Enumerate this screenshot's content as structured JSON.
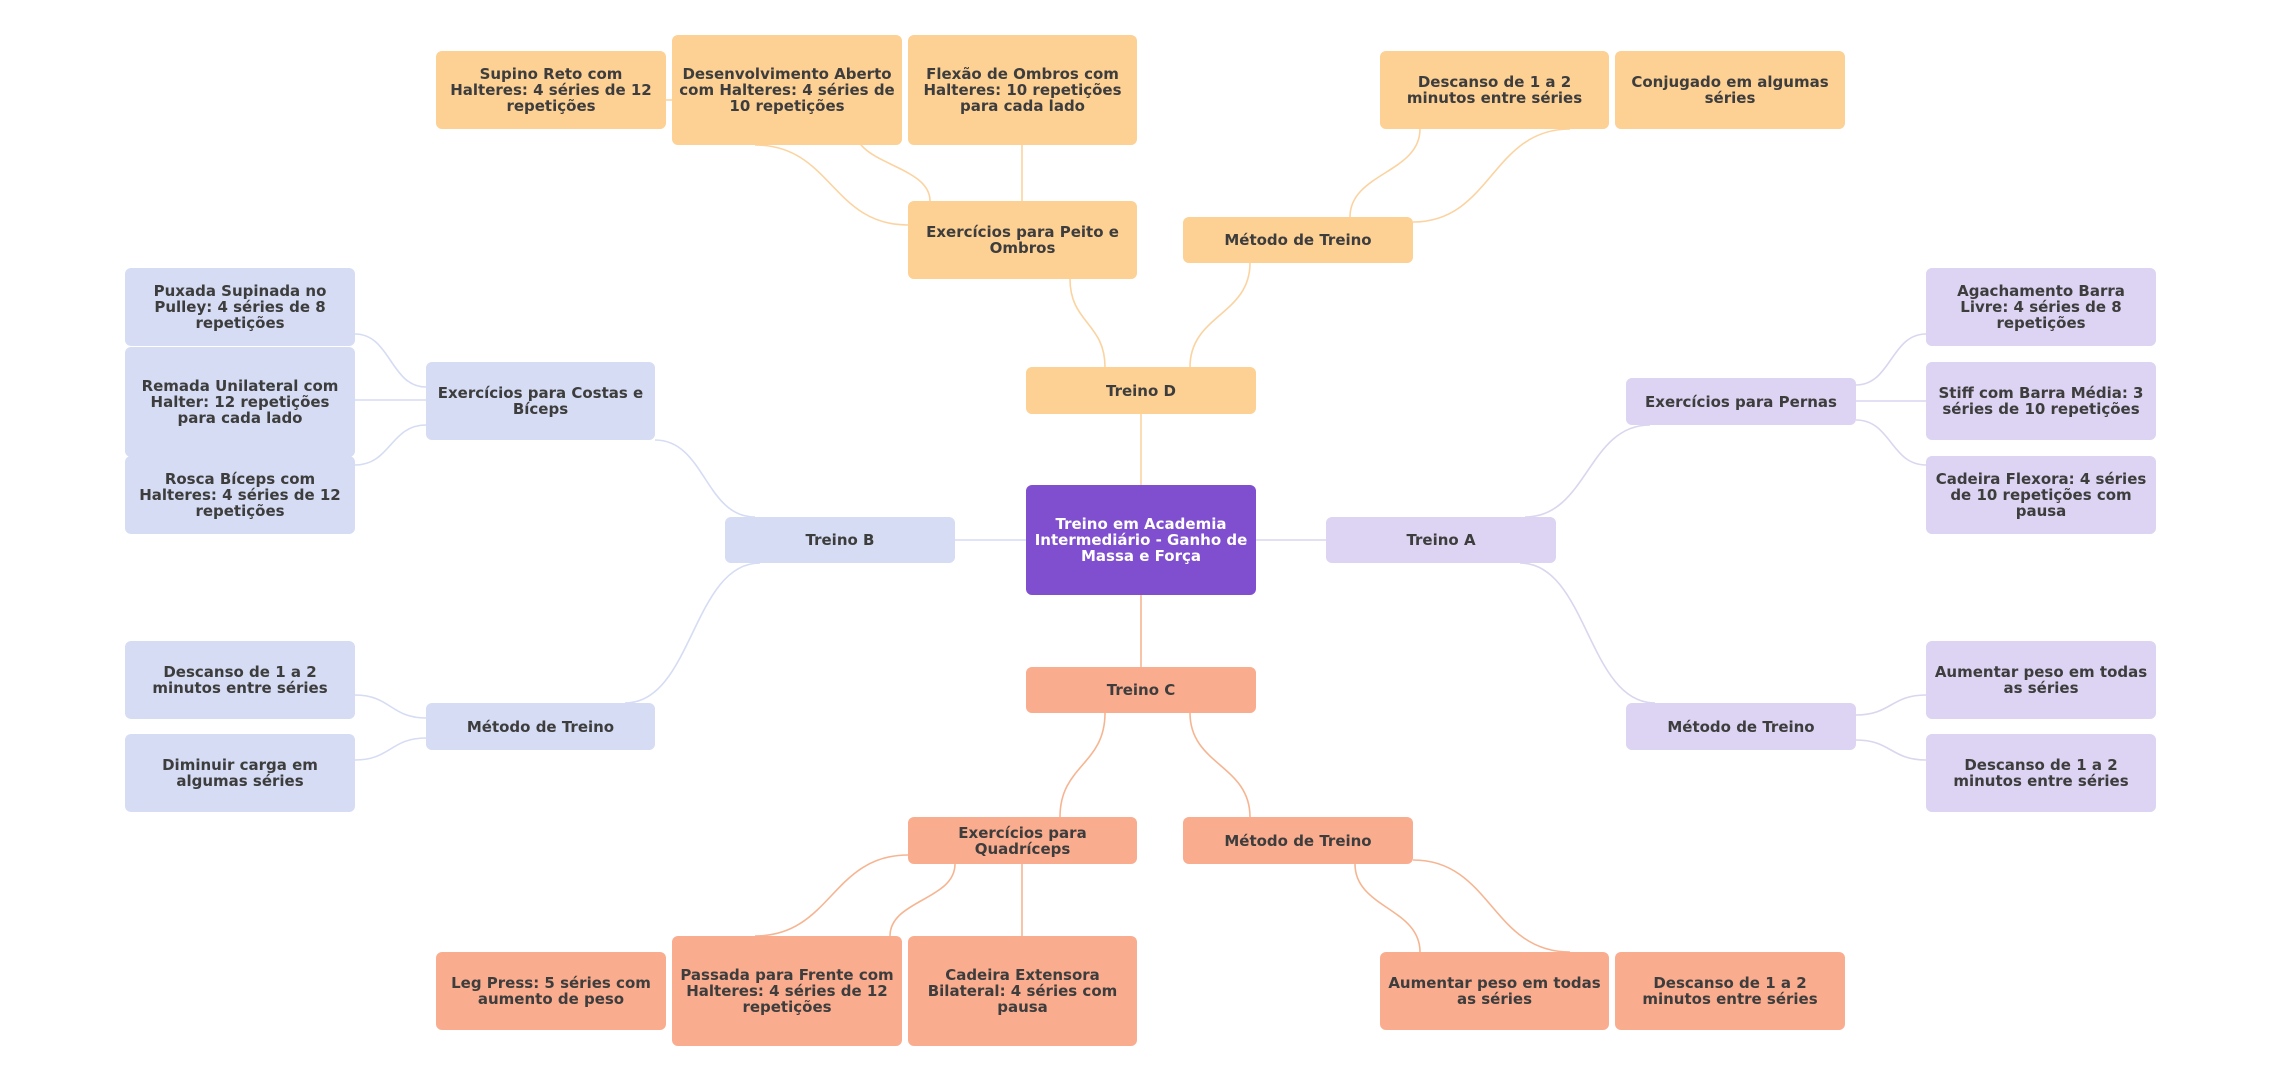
{
  "colors": {
    "root": "#7f4fd0",
    "treino_a": "#ddd3f2",
    "treino_b": "#d5dcf3",
    "treino_c": "#faac8e",
    "treino_d": "#fdd094",
    "link_a": "#d9d6ee",
    "link_b": "#d5dcf3",
    "link_c": "#f6b592",
    "link_d": "#fbd3a0"
  },
  "root": {
    "label": "Treino em Academia Intermediário - Ganho de Massa e Força"
  },
  "treino_a": {
    "label": "Treino A",
    "exercicios": {
      "label": "Exercícios para Pernas",
      "items": [
        "Agachamento Barra Livre: 4 séries de 8 repetições",
        "Stiff com Barra Média: 3 séries de 10 repetições",
        "Cadeira Flexora: 4 séries de 10 repetições com pausa"
      ]
    },
    "metodo": {
      "label": "Método de Treino",
      "items": [
        "Aumentar peso em todas as séries",
        "Descanso de 1 a 2 minutos entre séries"
      ]
    }
  },
  "treino_b": {
    "label": "Treino B",
    "exercicios": {
      "label": "Exercícios para Costas e Bíceps",
      "items": [
        "Puxada Supinada no Pulley: 4 séries de 8 repetições",
        "Remada Unilateral com Halter: 12 repetições para cada lado",
        "Rosca Bíceps com Halteres: 4 séries de 12 repetições"
      ]
    },
    "metodo": {
      "label": "Método de Treino",
      "items": [
        "Descanso de 1 a 2 minutos entre séries",
        "Diminuir carga em algumas séries"
      ]
    }
  },
  "treino_c": {
    "label": "Treino C",
    "exercicios": {
      "label": "Exercícios para Quadríceps",
      "items": [
        "Leg Press: 5 séries com aumento de peso",
        "Passada para Frente com Halteres: 4 séries de 12 repetições",
        "Cadeira Extensora Bilateral: 4 séries com pausa"
      ]
    },
    "metodo": {
      "label": "Método de Treino",
      "items": [
        "Aumentar peso em todas as séries",
        "Descanso de 1 a 2 minutos entre séries"
      ]
    }
  },
  "treino_d": {
    "label": "Treino D",
    "exercicios": {
      "label": "Exercícios para Peito e Ombros",
      "items": [
        "Supino Reto com Halteres: 4 séries de 12 repetições",
        "Desenvolvimento Aberto com Halteres: 4 séries de 10 repetições",
        "Flexão de Ombros com Halteres: 10 repetições para cada lado"
      ]
    },
    "metodo": {
      "label": "Método de Treino",
      "items": [
        "Descanso de 1 a 2 minutos entre séries",
        "Conjugado em algumas séries"
      ]
    }
  }
}
